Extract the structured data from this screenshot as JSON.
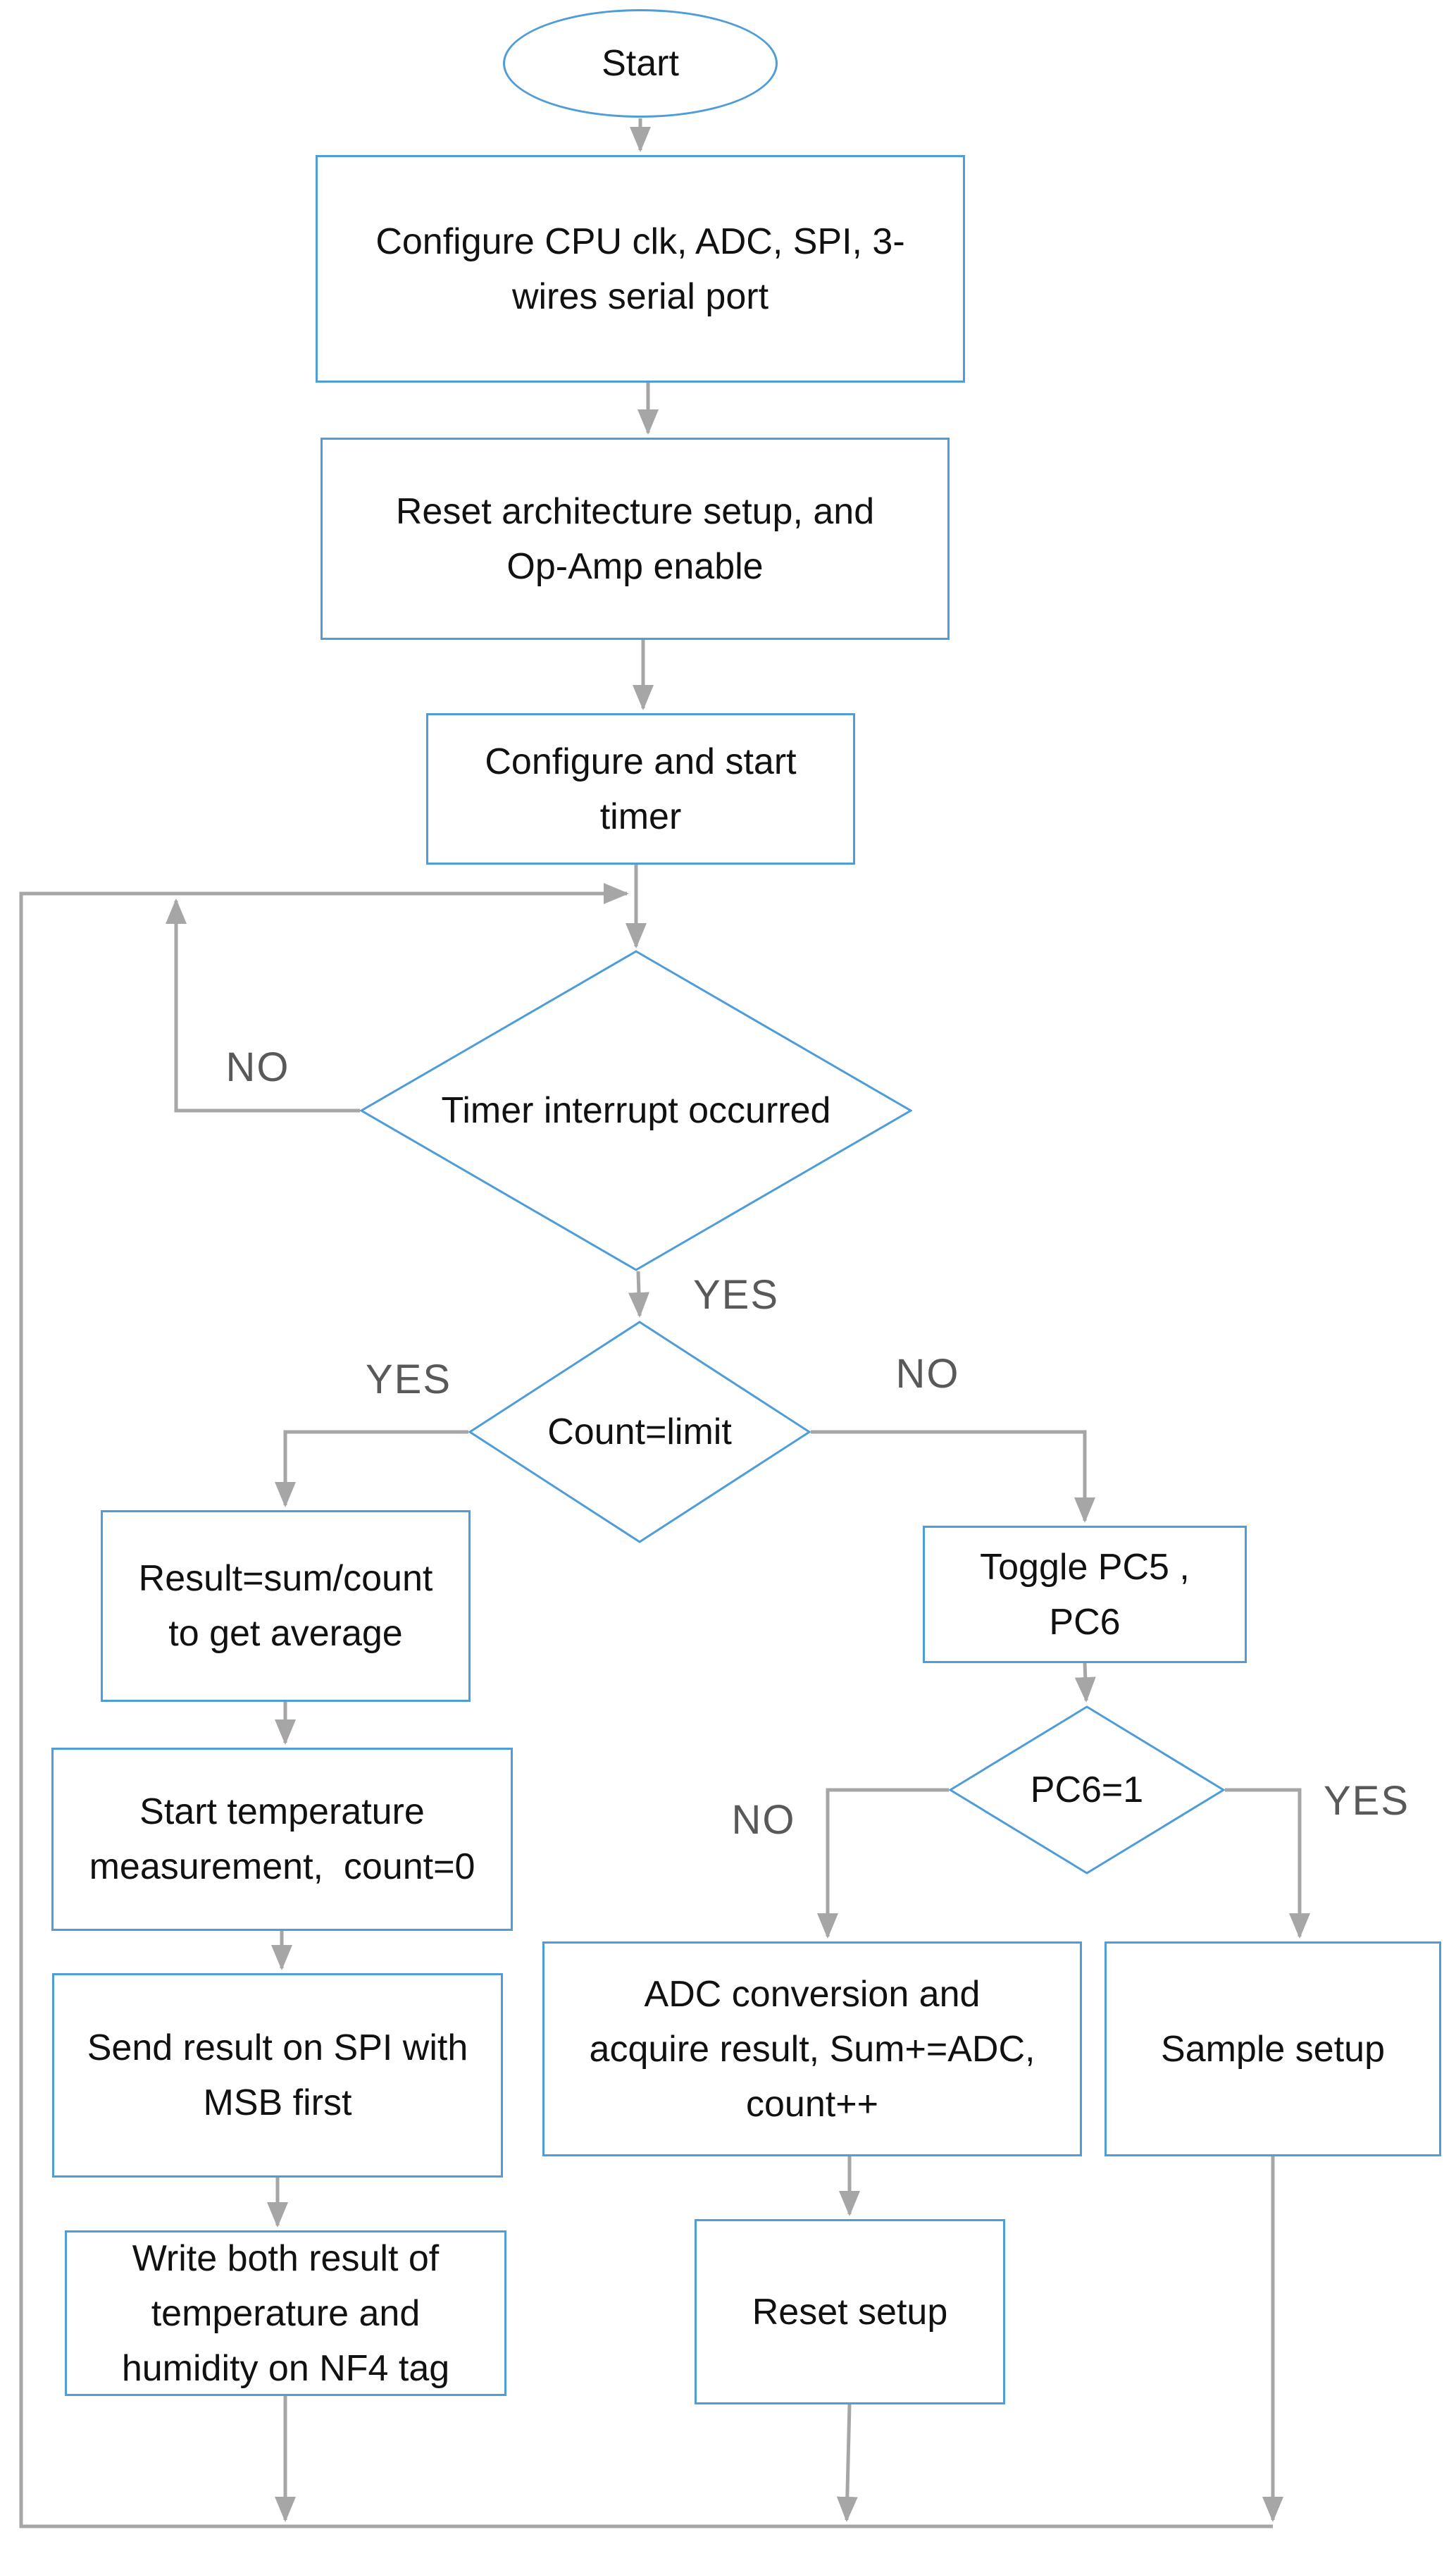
{
  "flowchart": {
    "nodes": {
      "start": "Start",
      "configure_cpu": "Configure CPU clk, ADC, SPI, 3-\nwires serial port",
      "reset_architecture": "Reset architecture setup, and\nOp-Amp enable",
      "configure_timer": "Configure and start\ntimer",
      "timer_interrupt": "Timer interrupt occurred",
      "count_limit": "Count=limit",
      "result_average": "Result=sum/count\nto get average",
      "start_temperature": "Start temperature\nmeasurement,  count=0",
      "send_spi": "Send result on SPI with\nMSB first",
      "write_nf4": "Write both result of\ntemperature and\nhumidity on NF4 tag",
      "toggle_pc": "Toggle PC5 ,\nPC6",
      "pc6_check": "PC6=1",
      "adc_conversion": "ADC conversion and\nacquire result, Sum+=ADC,\ncount++",
      "sample_setup": "Sample setup",
      "reset_setup": "Reset setup"
    },
    "edge_labels": {
      "timer_no": "NO",
      "timer_yes": "YES",
      "count_yes": "YES",
      "count_no": "NO",
      "pc6_no": "NO",
      "pc6_yes": "YES"
    },
    "colors": {
      "shape_border": "#4e9cd8",
      "connector": "#a6a6a6",
      "edge_label_text": "#595959",
      "node_text": "#111111"
    }
  }
}
